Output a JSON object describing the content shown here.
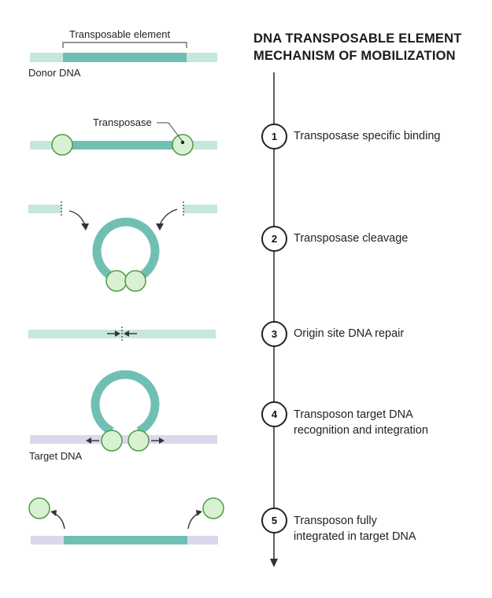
{
  "title_lines": [
    "DNA TRANSPOSABLE ELEMENT",
    "MECHANISM OF MOBILIZATION"
  ],
  "labels": {
    "transposable_element": "Transposable element",
    "donor_dna": "Donor DNA",
    "transposase": "Transposase",
    "target_dna": "Target DNA"
  },
  "steps": [
    {
      "number": "1",
      "lines": [
        "Transposase specific binding"
      ]
    },
    {
      "number": "2",
      "lines": [
        "Transposase cleavage"
      ]
    },
    {
      "number": "3",
      "lines": [
        "Origin site DNA repair"
      ]
    },
    {
      "number": "4",
      "lines": [
        "Transposon target DNA",
        "recognition and integration"
      ]
    },
    {
      "number": "5",
      "lines": [
        "Transposon fully",
        "integrated in target DNA"
      ]
    }
  ],
  "colors": {
    "donor_dna": "#c5e7dc",
    "transposon": "#6fc0b3",
    "transposase_fill": "#d9f1d3",
    "transposase_stroke": "#4e9a42",
    "target_dna": "#d9d8ec",
    "timeline": "#333333"
  }
}
